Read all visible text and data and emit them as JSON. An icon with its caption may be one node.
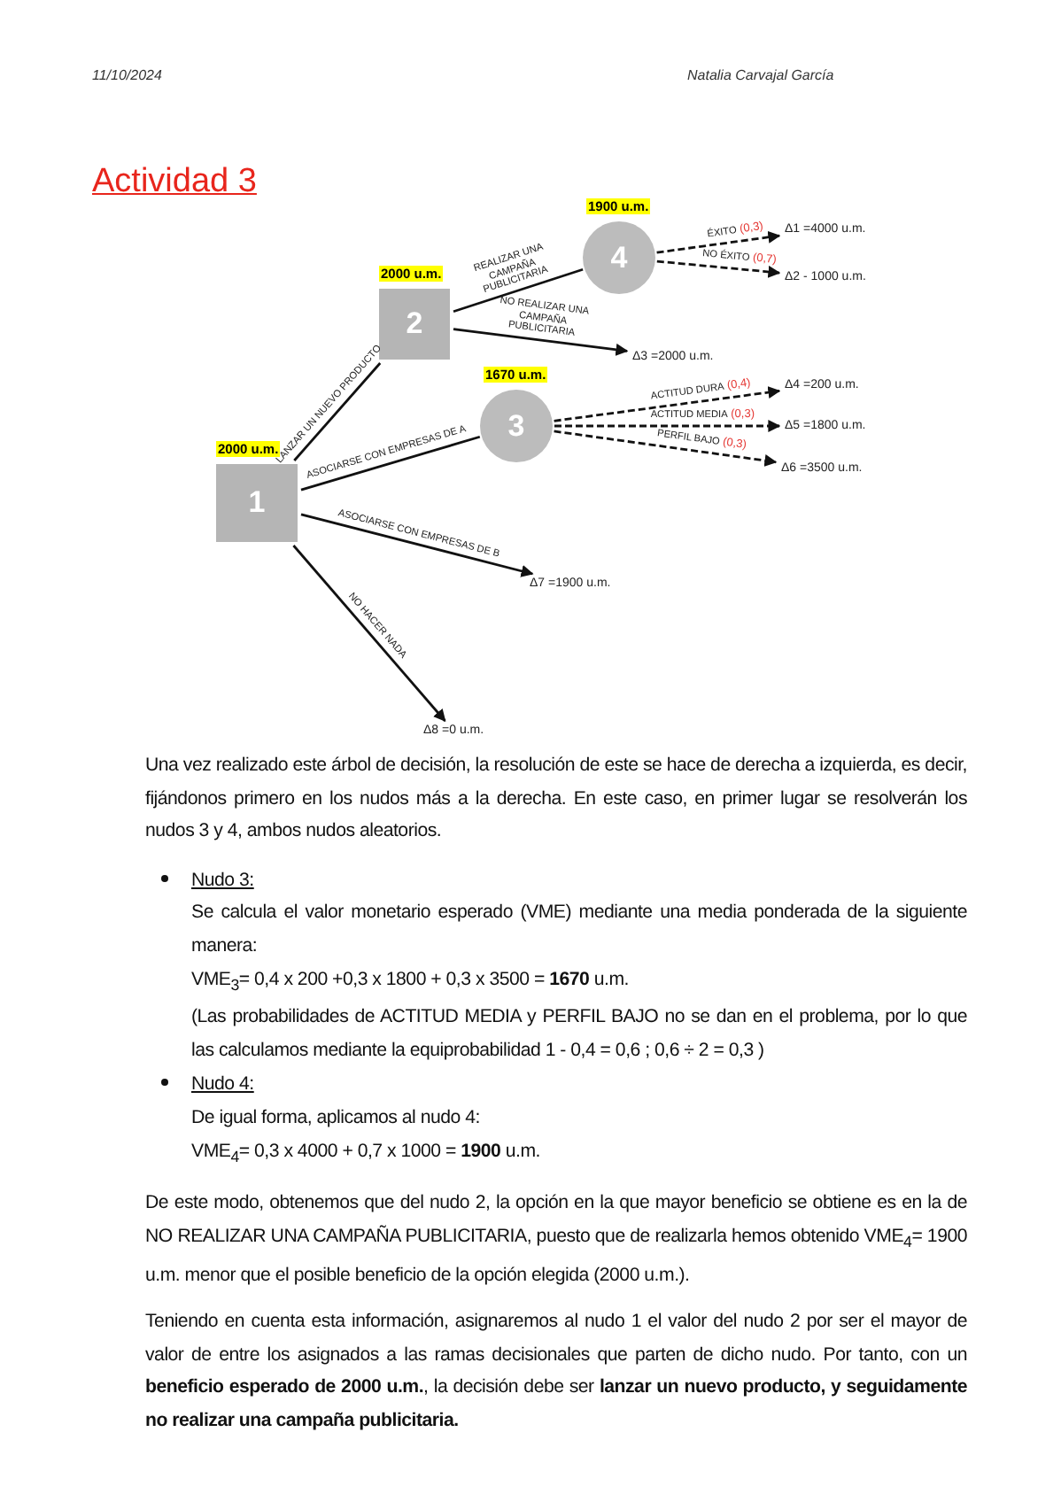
{
  "diagram": {
    "title": "Actividad 3",
    "nodes": [
      {
        "text": [
          "1"
        ],
        "beside": [
          "2000 u.m."
        ]
      },
      {
        "text": [
          "2"
        ],
        "beside": [
          "2000 u.m."
        ]
      },
      {
        "text": [
          "3"
        ],
        "beside": [
          "1670 u.m."
        ]
      },
      {
        "text": [
          "4"
        ],
        "beside": [
          "1900 u.m."
        ]
      },
      {
        "text": [
          "Δ1 =4000 u.m."
        ]
      },
      {
        "text": [
          "Δ2 - 1000 u.m."
        ]
      },
      {
        "text": [
          "Δ3 =2000 u.m."
        ]
      },
      {
        "text": [
          "Δ4 =200 u.m."
        ]
      },
      {
        "text": [
          "Δ5 =1800 u.m."
        ]
      },
      {
        "text": [
          "Δ6 =3500 u.m."
        ]
      },
      {
        "text": [
          "Δ7 =1900 u.m."
        ]
      },
      {
        "text": [
          "Δ8 =0 u.m."
        ]
      }
    ],
    "edges": [
      {
        "from": 0,
        "to": 1,
        "arrow": "none",
        "label": "LANZAR UN NUEVO PRODUCTO"
      },
      {
        "from": 0,
        "to": 2,
        "arrow": "none",
        "label": "ASOCIARSE CON EMPRESAS DE A"
      },
      {
        "from": 0,
        "to": 10,
        "arrow": "to",
        "label": "ASOCIARSE CON EMPRESAS DE B"
      },
      {
        "from": 0,
        "to": 11,
        "arrow": "to",
        "label": "NO HACER NADA"
      },
      {
        "from": 1,
        "to": 3,
        "arrow": "none",
        "label": "REALIZAR UNA CAMPAÑA PUBLICITARIA"
      },
      {
        "from": 1,
        "to": 6,
        "arrow": "to",
        "label": "NO REALIZAR UNA CAMPAÑA PUBLICITARIA"
      },
      {
        "from": 3,
        "to": 4,
        "arrow": "to",
        "style": "dashed",
        "label": "ÉXITO (0,3)"
      },
      {
        "from": 3,
        "to": 5,
        "arrow": "to",
        "style": "dashed",
        "label": "NO ÉXITO (0,7)"
      },
      {
        "from": 2,
        "to": 7,
        "arrow": "to",
        "style": "dashed",
        "label": "ACTITUD DURA (0,4)"
      },
      {
        "from": 2,
        "to": 8,
        "arrow": "to",
        "style": "dashed",
        "label": "ACTITUD MEDIA (0,3)"
      },
      {
        "from": 2,
        "to": 9,
        "arrow": "to",
        "style": "dashed",
        "label": "PERFIL BAJO (0,3)"
      }
    ],
    "labels": [
      "11/10/2024",
      "Natalia Carvajal García",
      "Una vez realizado este árbol de decisión, la resolución de este se hace de derecha a izquierda, es decir, fijándonos primero en los nudos más a la derecha. En este caso, en primer lugar se resolverán los nudos 3 y 4, ambos nudos aleatorios.",
      "Nudo 3:",
      "Se calcula el valor monetario esperado (VME) mediante una media ponderada de la siguiente manera:",
      "VME$_{3}$= 0,4 x 200 +0,3 x 1800 + 0,3 x 3500 = **1670** u.m.",
      "(Las probabilidades de ACTITUD MEDIA y PERFIL BAJO no se dan en el problema, por lo que las calculamos mediante la equiprobabilidad 1 - 0,4 = 0,6 ; 0,6 ÷ 2 = 0,3 )",
      "Nudo 4:",
      "De igual forma, aplicamos al nudo 4:",
      "VME$_{4}$= 0,3 x 4000 + 0,7 x 1000 = **1900** u.m.",
      "De este modo, obtenemos que del nudo 2, la opción en la que mayor beneficio se obtiene es en la de NO REALIZAR UNA CAMPAÑA PUBLICITARIA, puesto que de realizarla hemos obtenido VME$_{4}$= 1900 u.m. menor que el posible beneficio de la opción elegida (2000 u.m.).",
      "Teniendo en cuenta esta información, asignaremos al nudo 1 el valor del nudo 2 por ser el mayor de valor de entre los asignados a las ramas decisionales que parten de dicho nudo. Por tanto, con un **beneficio esperado de 2000 u.m.**, la decisión debe ser **lanzar un nuevo producto, y seguidamente no realizar una campaña publicitaria.**"
    ]
  }
}
